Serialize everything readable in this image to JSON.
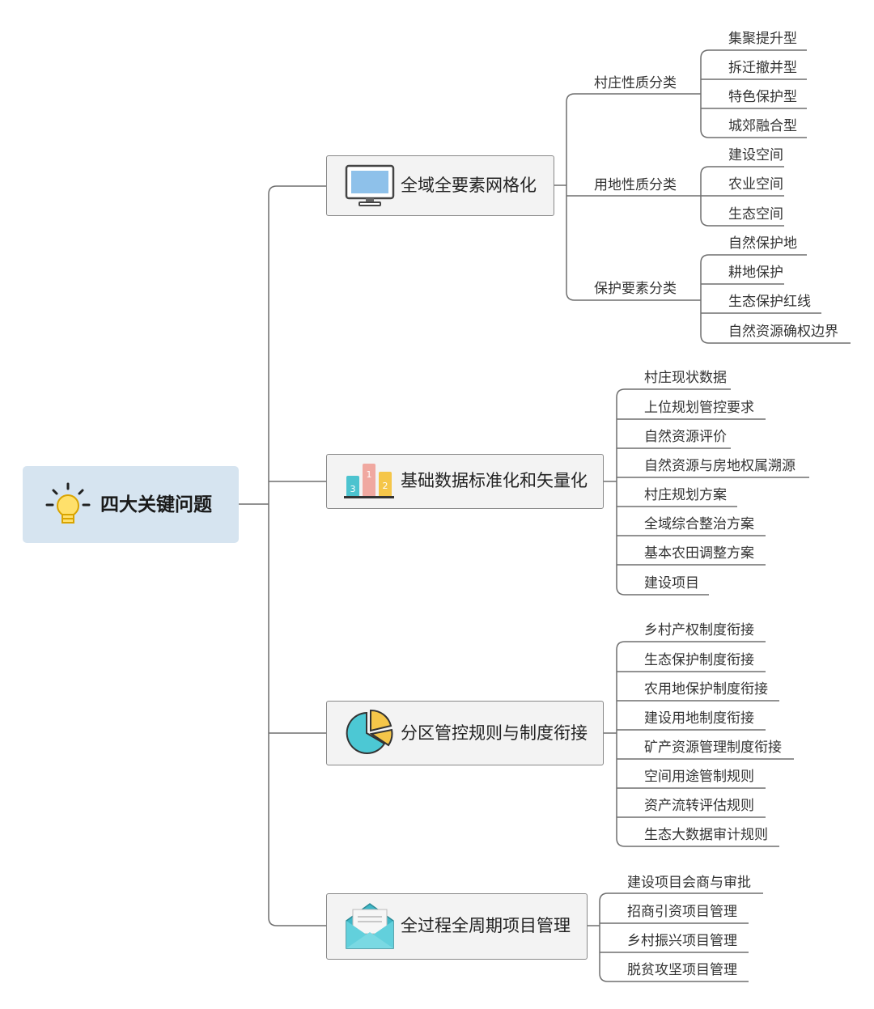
{
  "root": {
    "label": "四大关键问题",
    "icon": "lightbulb-icon"
  },
  "branches": [
    {
      "label": "全域全要素网格化",
      "icon": "monitor-icon",
      "groups": [
        {
          "label": "村庄性质分类",
          "items": [
            "集聚提升型",
            "拆迁撤并型",
            "特色保护型",
            "城郊融合型"
          ]
        },
        {
          "label": "用地性质分类",
          "items": [
            "建设空间",
            "农业空间",
            "生态空间"
          ]
        },
        {
          "label": "保护要素分类",
          "items": [
            "自然保护地",
            "耕地保护",
            "生态保护红线",
            "自然资源确权边界"
          ]
        }
      ]
    },
    {
      "label": "基础数据标准化和矢量化",
      "icon": "bar-chart-icon",
      "icon_labels": [
        "3",
        "1",
        "2"
      ],
      "items": [
        "村庄现状数据",
        "上位规划管控要求",
        "自然资源评价",
        "自然资源与房地权属溯源",
        "村庄规划方案",
        "全域综合整治方案",
        "基本农田调整方案",
        "建设项目"
      ]
    },
    {
      "label": "分区管控规则与制度衔接",
      "icon": "pie-chart-icon",
      "items": [
        "乡村产权制度衔接",
        "生态保护制度衔接",
        "农用地保护制度衔接",
        "建设用地制度衔接",
        "矿产资源管理制度衔接",
        "空间用途管制规则",
        "资产流转评估规则",
        "生态大数据审计规则"
      ]
    },
    {
      "label": "全过程全周期项目管理",
      "icon": "envelope-icon",
      "items": [
        "建设项目会商与审批",
        "招商引资项目管理",
        "乡村振兴项目管理",
        "脱贫攻坚项目管理"
      ]
    }
  ],
  "colors": {
    "root_bg": "#d6e4f0",
    "node_bg": "#f3f3f3",
    "line": "#6f6f6f"
  }
}
